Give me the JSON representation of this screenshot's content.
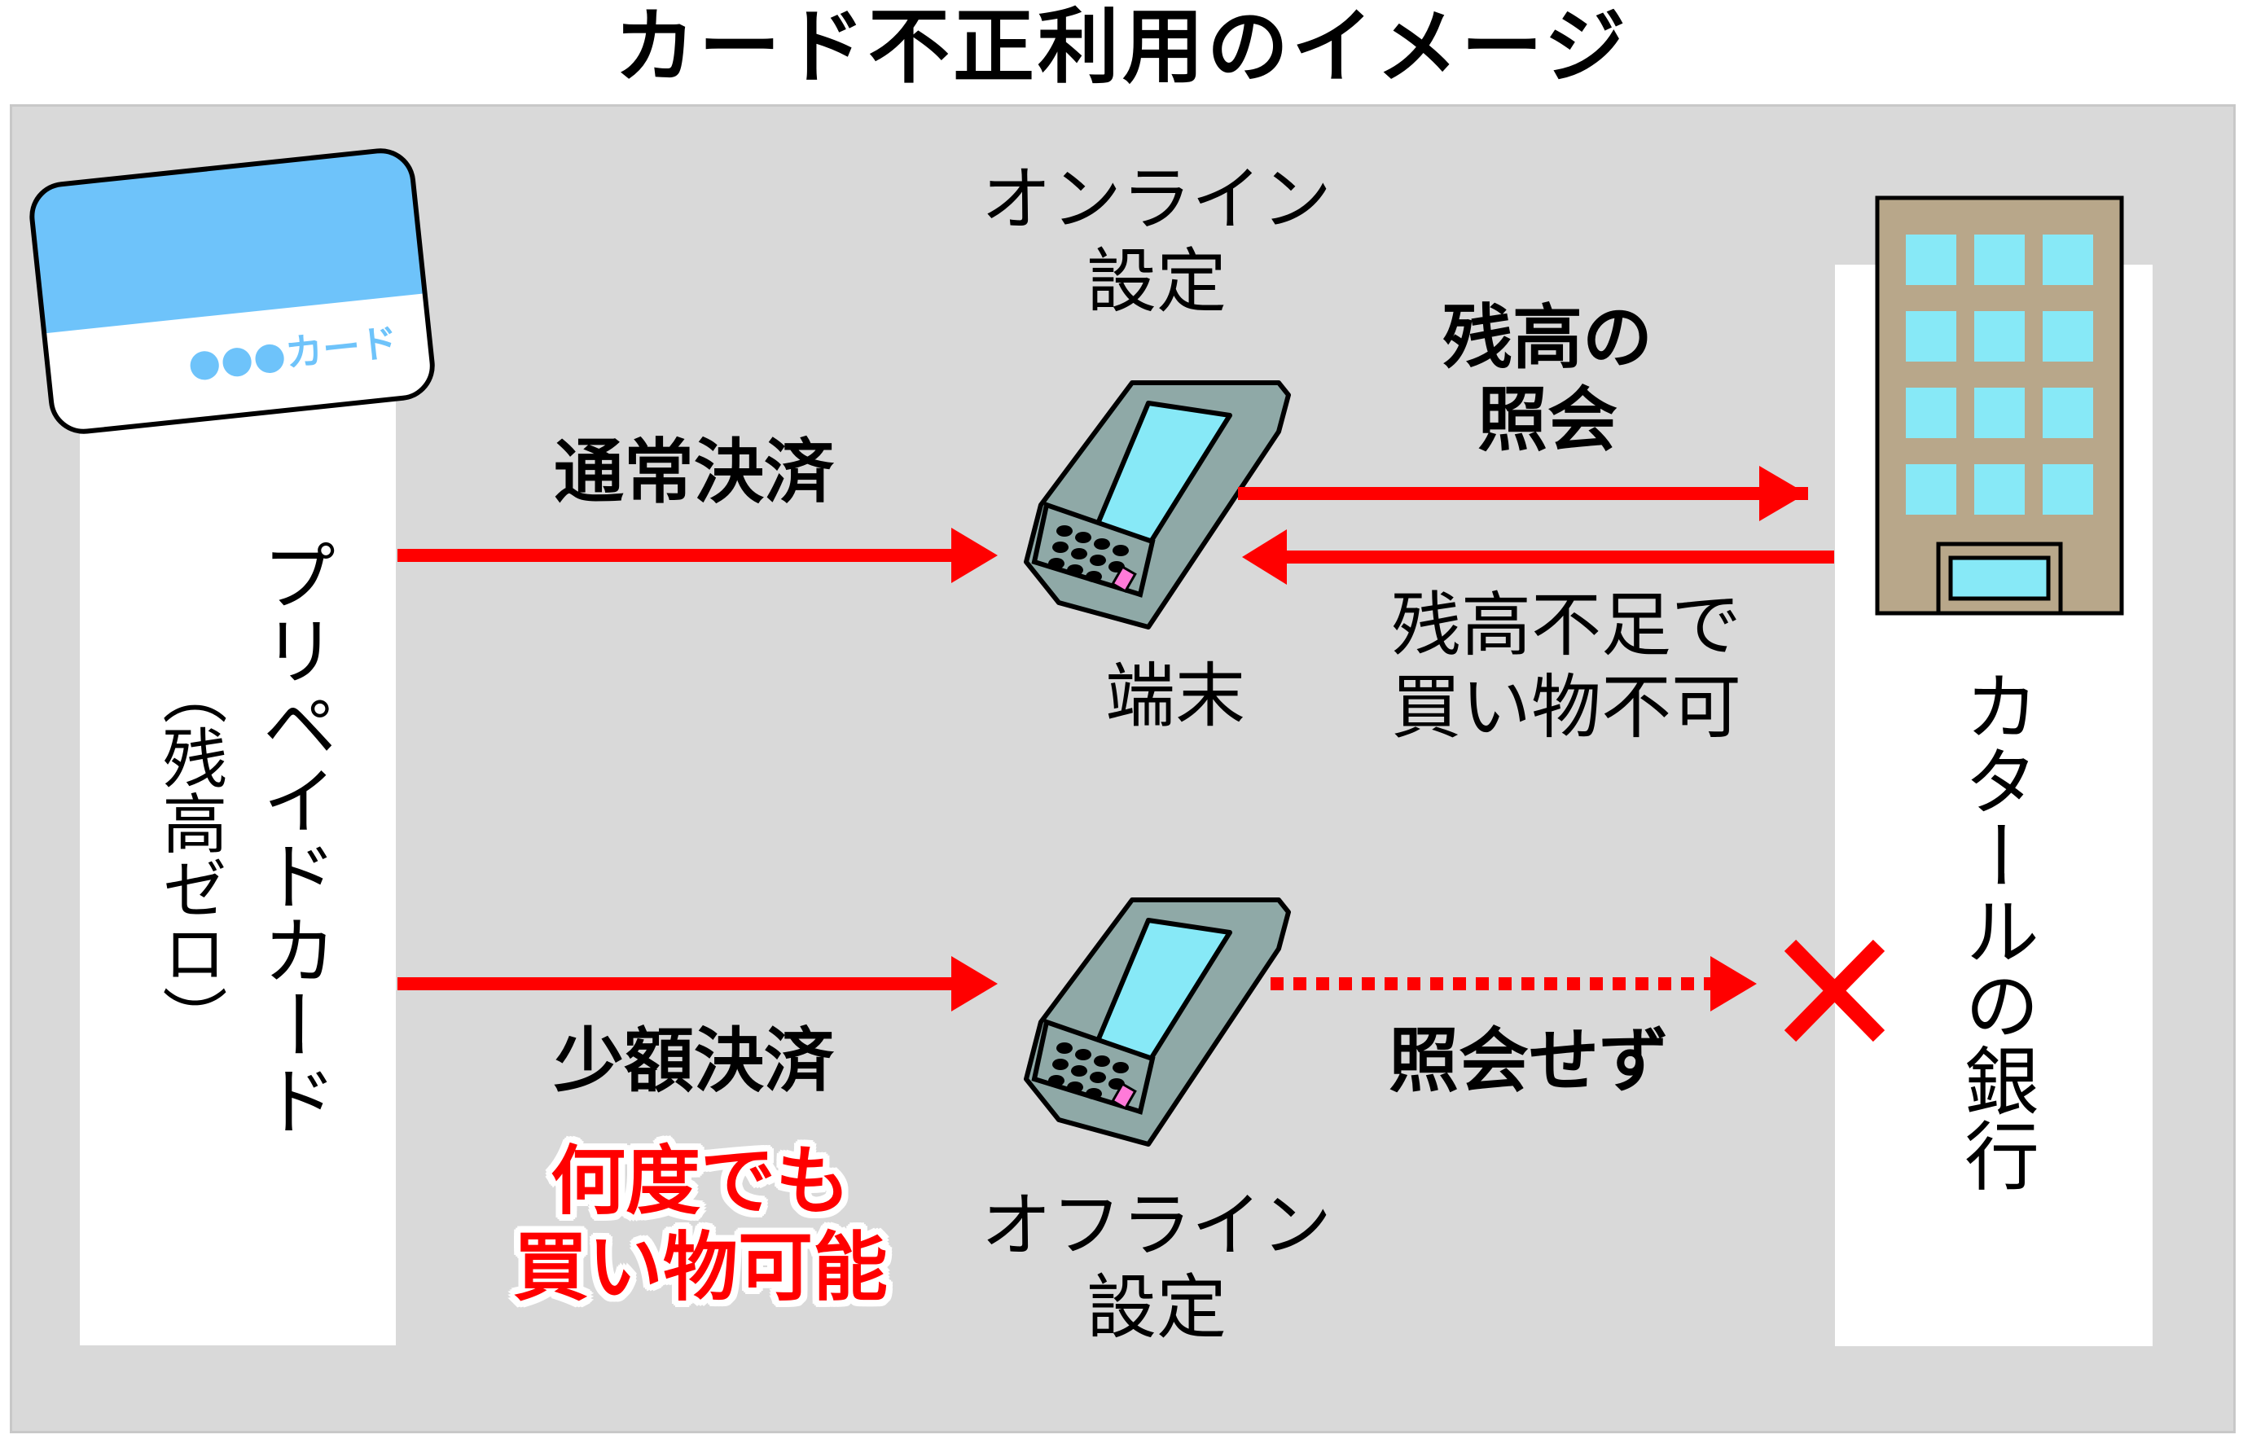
{
  "title": "カード不正利用のイメージ",
  "card": {
    "label": "●●●カード"
  },
  "prepaid": {
    "name": "プリペイドカード",
    "note": "（残高ゼロ）"
  },
  "terminal": {
    "label": "端末"
  },
  "online": {
    "setting": "オンライン\n設定",
    "inquiry": "残高の\n照会",
    "reply": "残高不足で\n買い物不可",
    "payment": "通常決済"
  },
  "offline": {
    "setting": "オフライン\n設定",
    "payment": "少額決済",
    "no_inquiry": "照会せず",
    "result": "何度でも\n買い物可能"
  },
  "bank": {
    "name": "カタールの銀行"
  },
  "colors": {
    "arrow": "#ff0000",
    "card_blue": "#6ec3fa",
    "terminal_body": "#8fa9a7",
    "terminal_screen": "#87e9f7",
    "building": "#b8a78a",
    "window": "#87e9f7"
  }
}
